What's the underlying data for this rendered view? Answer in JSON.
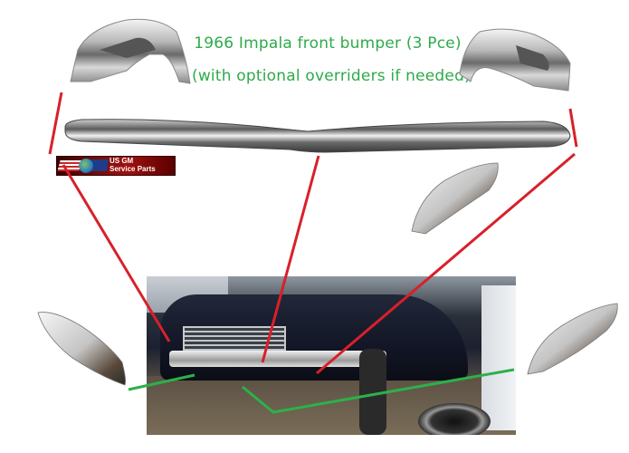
{
  "title": {
    "line1": "1966 Impala front bumper (3 Pce)",
    "line2": "(with optional overriders if needed)",
    "color": "#2eaa4a"
  },
  "logo": {
    "line1": "US GM",
    "line2": "Service Parts",
    "background": "#8b0f0f"
  },
  "parts": [
    {
      "name": "left-bumper-end",
      "position": "top-left"
    },
    {
      "name": "right-bumper-end",
      "position": "top-right"
    },
    {
      "name": "center-bumper-bar",
      "position": "top-center"
    },
    {
      "name": "overrider-right-top",
      "position": "middle-right"
    },
    {
      "name": "overrider-left-bottom",
      "position": "bottom-left"
    },
    {
      "name": "overrider-right-bottom",
      "position": "bottom-right"
    }
  ],
  "lines": {
    "red_color": "#d8202a",
    "green_color": "#2db04a"
  },
  "photo": {
    "subject": "1966 Chevrolet Impala front end in salvage yard"
  }
}
